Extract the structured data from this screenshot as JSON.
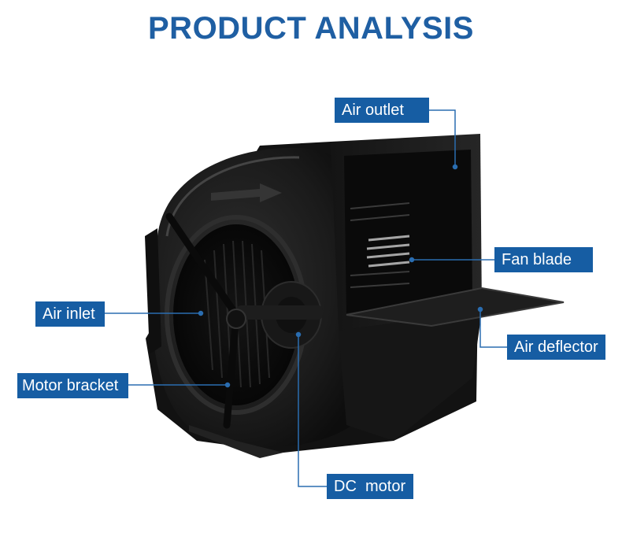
{
  "title": "PRODUCT ANALYSIS",
  "labels": {
    "air_outlet": "Air outlet",
    "fan_blade": "Fan blade",
    "air_inlet": "Air inlet",
    "air_deflector": "Air deflector",
    "motor_bracket": "Motor bracket",
    "dc_motor": "DC  motor"
  },
  "colors": {
    "title": "#1f5fa3",
    "label_bg": "#165da3",
    "leader_line": "#2a6db0",
    "product_body": "#1b1b1b"
  }
}
